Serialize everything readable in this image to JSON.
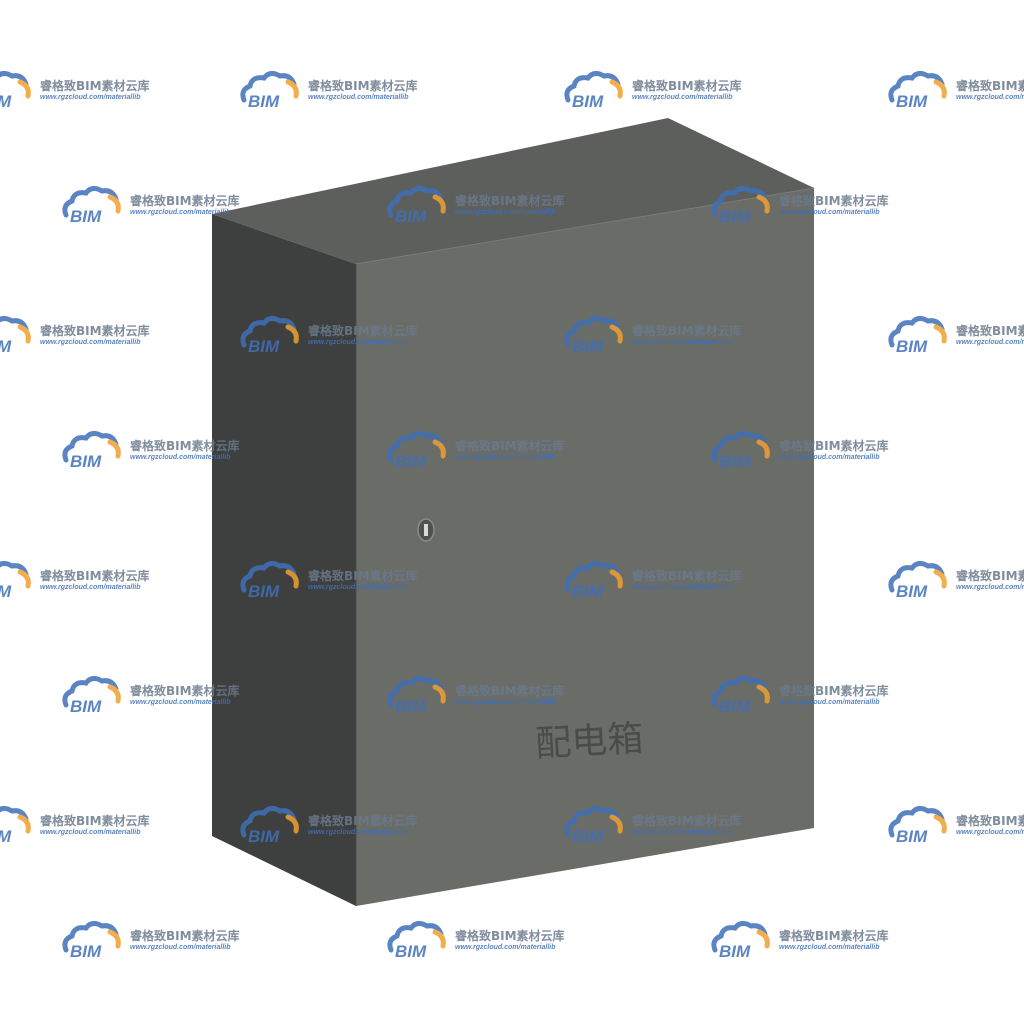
{
  "object": {
    "label": "配电箱",
    "body_color": "#6a6c68",
    "side_color": "#3d3f3f",
    "top_color": "#5d5f5c"
  },
  "watermark": {
    "logo_text": "BIM",
    "title": "睿格致BIM素材云库",
    "url": "www.rgzcloud.com/materiallib",
    "logo_blue": "#3f6fb8",
    "logo_orange": "#f0a030"
  }
}
